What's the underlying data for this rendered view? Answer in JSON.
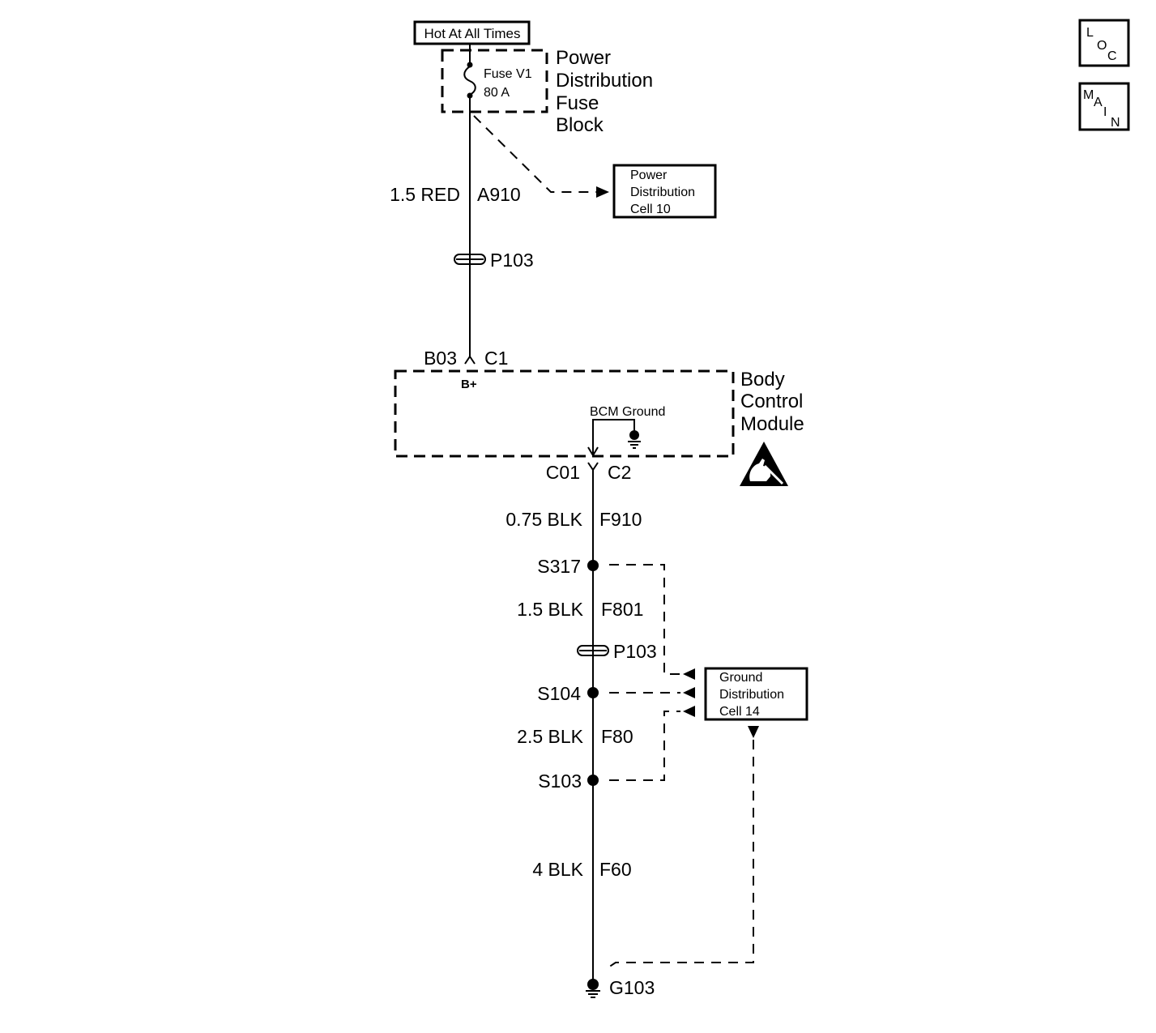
{
  "colors": {
    "ink": "#000000",
    "paper": "#ffffff"
  },
  "power_source": {
    "label": "Hot At All Times"
  },
  "fuse_block": {
    "name_lines": [
      "Power",
      "Distribution",
      "Fuse",
      "Block"
    ],
    "fuse_name": "Fuse V1",
    "fuse_rating": "80 A"
  },
  "power_cell_ref": {
    "lines": [
      "Power",
      "Distribution",
      "Cell 10"
    ]
  },
  "wires": {
    "a910": {
      "size_color": "1.5 RED",
      "circuit": "A910"
    },
    "f910": {
      "size_color": "0.75 BLK",
      "circuit": "F910"
    },
    "f801": {
      "size_color": "1.5 BLK",
      "circuit": "F801"
    },
    "f80": {
      "size_color": "2.5 BLK",
      "circuit": "F80"
    },
    "f60": {
      "size_color": "4 BLK",
      "circuit": "F60"
    }
  },
  "connectors": {
    "p103_upper": "P103",
    "p103_lower": "P103",
    "bcm_c1": {
      "pin": "B03",
      "connector": "C1"
    },
    "bcm_c2": {
      "pin": "C01",
      "connector": "C2"
    }
  },
  "bcm": {
    "name_lines": [
      "Body",
      "Control",
      "Module"
    ],
    "b_plus": "B+",
    "ground_label": "BCM Ground"
  },
  "splices": {
    "s317": "S317",
    "s104": "S104",
    "s103": "S103"
  },
  "ground_cell_ref": {
    "lines": [
      "Ground",
      "Distribution",
      "Cell 14"
    ]
  },
  "ground": "G103",
  "nav": {
    "loc": {
      "letters": [
        "L",
        "O",
        "C"
      ]
    },
    "main": {
      "letters": [
        "M",
        "A",
        "I",
        "N"
      ]
    }
  }
}
